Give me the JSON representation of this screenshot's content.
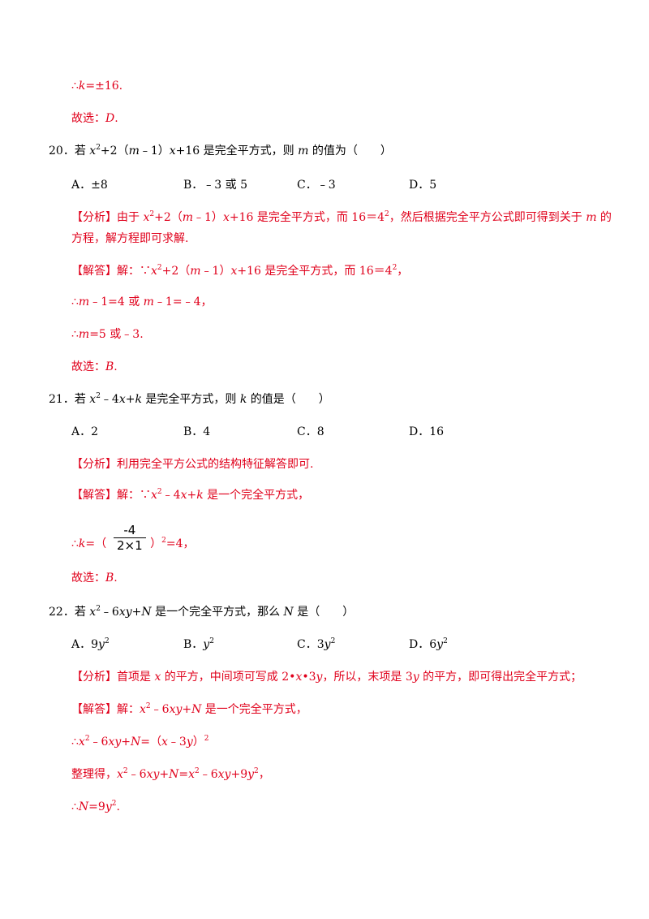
{
  "q19_tail": {
    "therefore_k": "k",
    "therefore_val": "=±16.",
    "choice_prefix": "故选：",
    "choice": "D",
    "choice_suffix": "."
  },
  "q20": {
    "number": "20．",
    "stem": {
      "a": "若 ",
      "x": "x",
      "sup": "2",
      "b": "+2（",
      "m": "m",
      "c": "﹣1）",
      "x2": "x",
      "d": "+16 是完全平方式，则 ",
      "m2": "m",
      "e": " 的值为（　　）"
    },
    "options": [
      {
        "letter": "A．",
        "text": "±8"
      },
      {
        "letter": "B．",
        "text": "﹣3 或 5"
      },
      {
        "letter": "C．",
        "text": "﹣3"
      },
      {
        "letter": "D．",
        "text": "5"
      }
    ],
    "analysis": {
      "tag": "【分析】",
      "a": "由于 ",
      "x": "x",
      "sup": "2",
      "b": "+2（",
      "m": "m",
      "c": "﹣1）",
      "x2": "x",
      "d": "+16 是完全平方式，而 16＝4",
      "sup2": "2",
      "e": "，然后根据完全平方公式即可得到关于 ",
      "m2": "m",
      "f": " 的",
      "line2": "方程，解方程即可求解."
    },
    "solution": {
      "tag": "【解答】",
      "a": "解：∵",
      "x": "x",
      "sup": "2",
      "b": "+2（",
      "m": "m",
      "c": "﹣1）",
      "x2": "x",
      "d": "+16 是完全平方式，而 16＝4",
      "sup2": "2",
      "e": "，",
      "l2a": "∴",
      "l2m": "m",
      "l2b": "﹣1=4 或 ",
      "l2m2": "m",
      "l2c": "﹣1=﹣4，",
      "l3a": "∴",
      "l3m": "m",
      "l3b": "=5 或﹣3.",
      "choice_prefix": "故选：",
      "choice": "B",
      "choice_suffix": "."
    }
  },
  "q21": {
    "number": "21．",
    "stem": {
      "a": "若 ",
      "x": "x",
      "sup": "2",
      "b": "﹣4",
      "x2": "x",
      "c": "+",
      "k": "k",
      "d": " 是完全平方式，则 ",
      "k2": "k",
      "e": " 的值是（　　）"
    },
    "options": [
      {
        "letter": "A．",
        "text": "2"
      },
      {
        "letter": "B．",
        "text": "4"
      },
      {
        "letter": "C．",
        "text": "8"
      },
      {
        "letter": "D．",
        "text": "16"
      }
    ],
    "analysis": {
      "tag": "【分析】",
      "text": "利用完全平方公式的结构特征解答即可."
    },
    "solution": {
      "tag": "【解答】",
      "a": "解：∵",
      "x": "x",
      "sup": "2",
      "b": "﹣4",
      "x2": "x",
      "c": "+",
      "k": "k",
      "d": " 是一个完全平方式，",
      "frac_num": "-4",
      "frac_den": "2×1",
      "l2a": "∴",
      "l2k": "k",
      "l2b": "=（",
      "l2c": "）",
      "l2sup": "2",
      "l2d": "=4，",
      "choice_prefix": "故选：",
      "choice": "B",
      "choice_suffix": "."
    }
  },
  "q22": {
    "number": "22．",
    "stem": {
      "a": "若 ",
      "x": "x",
      "sup": "2",
      "b": "﹣6",
      "xy": "xy",
      "c": "+",
      "N": "N",
      "d": " 是一个完全平方式，那么 ",
      "N2": "N",
      "e": " 是（　　）"
    },
    "options": [
      {
        "letter": "A．",
        "pre": "9",
        "var": "y",
        "sup": "2"
      },
      {
        "letter": "B．",
        "pre": "",
        "var": "y",
        "sup": "2"
      },
      {
        "letter": "C．",
        "pre": "3",
        "var": "y",
        "sup": "2"
      },
      {
        "letter": "D．",
        "pre": "6",
        "var": "y",
        "sup": "2"
      }
    ],
    "analysis": {
      "tag": "【分析】",
      "a": "首项是 ",
      "x": "x",
      "b": " 的平方，中间项可写成 2•",
      "x2": "x",
      "c": "•3",
      "y": "y",
      "d": "，所以，末项是 3",
      "y2": "y",
      "e": " 的平方，即可得出完全平方式；"
    },
    "solution": {
      "tag": "【解答】",
      "a": "解：",
      "x": "x",
      "sup": "2",
      "b": "﹣6",
      "xy": "xy",
      "c": "+",
      "N": "N",
      "d": " 是一个完全平方式，",
      "l2a": "∴",
      "l2x": "x",
      "l2sup": "2",
      "l2b": "﹣6",
      "l2xy": "xy",
      "l2c": "+",
      "l2N": "N",
      "l2d": "=（",
      "l2x2": "x",
      "l2e": "﹣3",
      "l2y": "y",
      "l2f": "）",
      "l2sup2": "2",
      "l3a": "整理得，",
      "l3x": "x",
      "l3sup": "2",
      "l3b": "﹣6",
      "l3xy": "xy",
      "l3c": "+",
      "l3N": "N",
      "l3d": "=",
      "l3x2": "x",
      "l3sup2": "2",
      "l3e": "﹣6",
      "l3xy2": "xy",
      "l3f": "+9",
      "l3y": "y",
      "l3sup3": "2",
      "l3g": "，",
      "l4a": "∴",
      "l4N": "N",
      "l4b": "=9",
      "l4y": "y",
      "l4sup": "2",
      "l4c": "."
    }
  }
}
